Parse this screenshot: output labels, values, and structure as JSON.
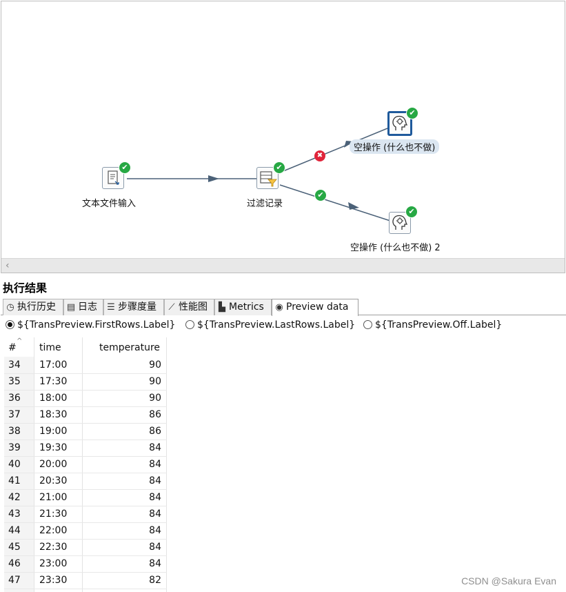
{
  "canvas": {
    "steps": {
      "text_input": {
        "label": "文本文件输入"
      },
      "filter": {
        "label": "过滤记录"
      },
      "dummy1": {
        "label": "空操作 (什么也不做)"
      },
      "dummy2": {
        "label": "空操作 (什么也不做) 2"
      }
    }
  },
  "results": {
    "title": "执行结果",
    "tabs": [
      {
        "label": "执行历史",
        "icon": "history-icon"
      },
      {
        "label": "日志",
        "icon": "log-icon"
      },
      {
        "label": "步骤度量",
        "icon": "step-metrics-icon"
      },
      {
        "label": "性能图",
        "icon": "performance-graph-icon"
      },
      {
        "label": "Metrics",
        "icon": "metrics-icon"
      },
      {
        "label": "Preview data",
        "icon": "eye-icon"
      }
    ],
    "active_tab": "Preview data",
    "radios": [
      {
        "label": "${TransPreview.FirstRows.Label}",
        "checked": true
      },
      {
        "label": "${TransPreview.LastRows.Label}",
        "checked": false
      },
      {
        "label": "${TransPreview.Off.Label}",
        "checked": false
      }
    ],
    "table": {
      "headers": [
        "#",
        "time",
        "temperature"
      ],
      "rows": [
        [
          "34",
          "17:00",
          "90"
        ],
        [
          "35",
          "17:30",
          "90"
        ],
        [
          "36",
          "18:00",
          "90"
        ],
        [
          "37",
          "18:30",
          "86"
        ],
        [
          "38",
          "19:00",
          "86"
        ],
        [
          "39",
          "19:30",
          "84"
        ],
        [
          "40",
          "20:00",
          "84"
        ],
        [
          "41",
          "20:30",
          "84"
        ],
        [
          "42",
          "21:00",
          "84"
        ],
        [
          "43",
          "21:30",
          "84"
        ],
        [
          "44",
          "22:00",
          "84"
        ],
        [
          "45",
          "22:30",
          "84"
        ],
        [
          "46",
          "23:00",
          "84"
        ],
        [
          "47",
          "23:30",
          "82"
        ]
      ]
    }
  },
  "watermark": "CSDN @Sakura Evan"
}
